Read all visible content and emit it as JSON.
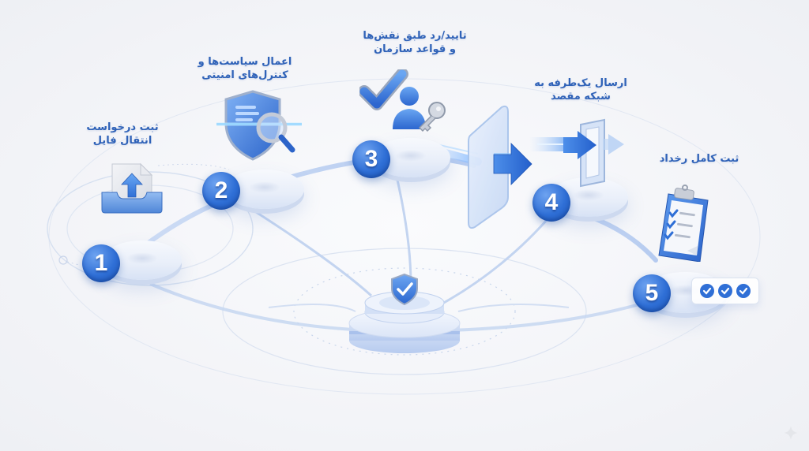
{
  "diagram": {
    "type": "process-flow",
    "direction": "left-to-right",
    "steps": [
      {
        "number": "1",
        "label_line1": "ثبت درخواست",
        "label_line2": "انتقال فایل",
        "icon": "file-upload-tray-icon"
      },
      {
        "number": "2",
        "label_line1": "اعمال سیاست‌ها و",
        "label_line2": "کنترل‌های امنیتی",
        "icon": "shield-magnifier-icon"
      },
      {
        "number": "3",
        "label_line1": "تایید/رد طبق نقش‌ها",
        "label_line2": "و قواعد سازمان",
        "icon": "checkmark-user-key-icon"
      },
      {
        "number": "4",
        "label_line1": "ارسال یک‌طرفه به",
        "label_line2": "شبکه مقصد",
        "icon": "one-way-gateway-arrow-icon"
      },
      {
        "number": "5",
        "label_line1": "ثبت کامل رخداد",
        "label_line2": "",
        "icon": "clipboard-checklist-icon"
      }
    ],
    "center_hub": {
      "icon": "shield-check-icon"
    },
    "step5_status": {
      "checks": 3,
      "icon": "check-circle-icon"
    }
  },
  "colors": {
    "label_text": "#2f62b8",
    "badge_blue": "#2f6fd6",
    "line_blue": "#b9cdf0",
    "background": "#f4f5f8"
  }
}
